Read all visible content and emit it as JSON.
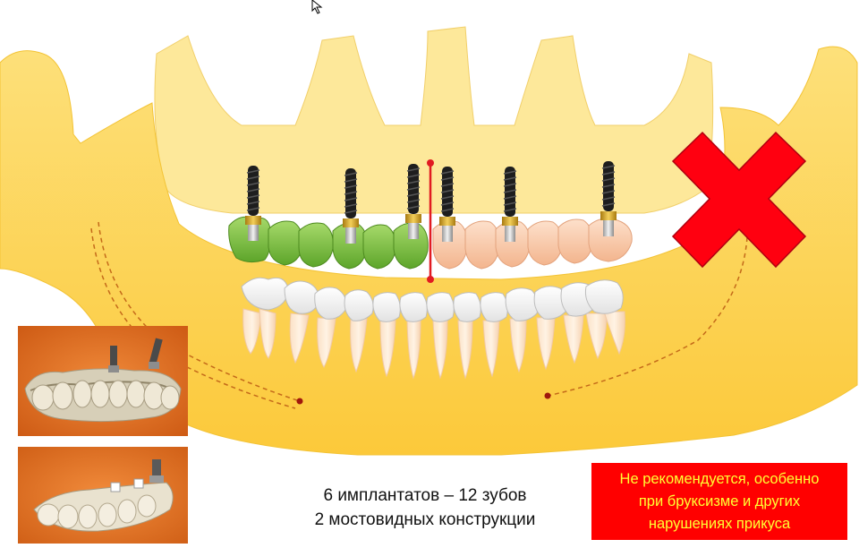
{
  "caption": {
    "line1": "6 имплантатов – 12 зубов",
    "line2": "2 мостовидных конструкции"
  },
  "warning": {
    "line1": "Не рекомендуется, особенно",
    "line2": "при бруксизме и других",
    "line3": "нарушениях прикуса"
  },
  "colors": {
    "jaw_fill": "#fdd64a",
    "jaw_light": "#fde79a",
    "green_bridge": "#7cbf3c",
    "peach_bridge": "#f9cdb0",
    "implant_black": "#222222",
    "implant_gold": "#d9a520",
    "midline": "#e11b22",
    "cross": "#ff0010",
    "warning_bg": "#ff0000",
    "warning_text": "#ffff33",
    "photo_bg": "#e86a1c"
  },
  "icons": [
    "cursor-icon",
    "cross-icon",
    "implant-icon",
    "midline-marker"
  ]
}
